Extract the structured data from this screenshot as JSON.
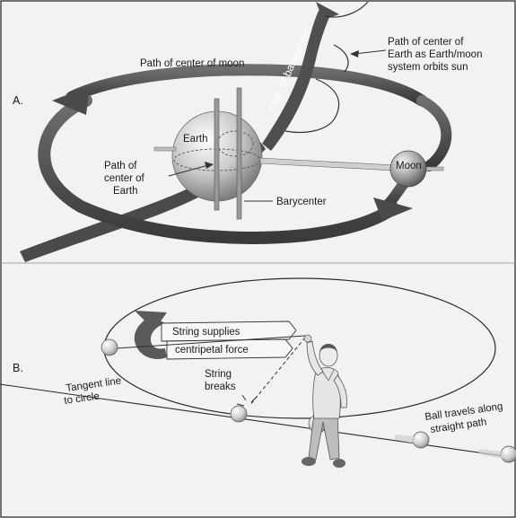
{
  "panel_a": {
    "letter": "A.",
    "path_moon": "Path of center of moon",
    "path_earth_sun": [
      "Path of center of",
      "Earth as Earth/moon",
      "system orbits sun"
    ],
    "path_barycenter": "Path of barycenter",
    "earth": "Earth",
    "moon": "Moon",
    "path_earth": [
      "Path of",
      "center of",
      "Earth"
    ],
    "barycenter": "Barycenter"
  },
  "panel_b": {
    "letter": "B.",
    "string_supplies": "String supplies",
    "centripetal": "centripetal force",
    "tangent": [
      "Tangent line",
      "to circle"
    ],
    "string_breaks": [
      "String",
      "breaks"
    ],
    "ball_travels": [
      "Ball travels along",
      "straight path"
    ]
  },
  "colors": {
    "arrow_dark": "#3d3d3d",
    "sphere_light": "#e8e8e8",
    "sphere_dark": "#8a8a8a",
    "background": "#f2f2f2"
  }
}
